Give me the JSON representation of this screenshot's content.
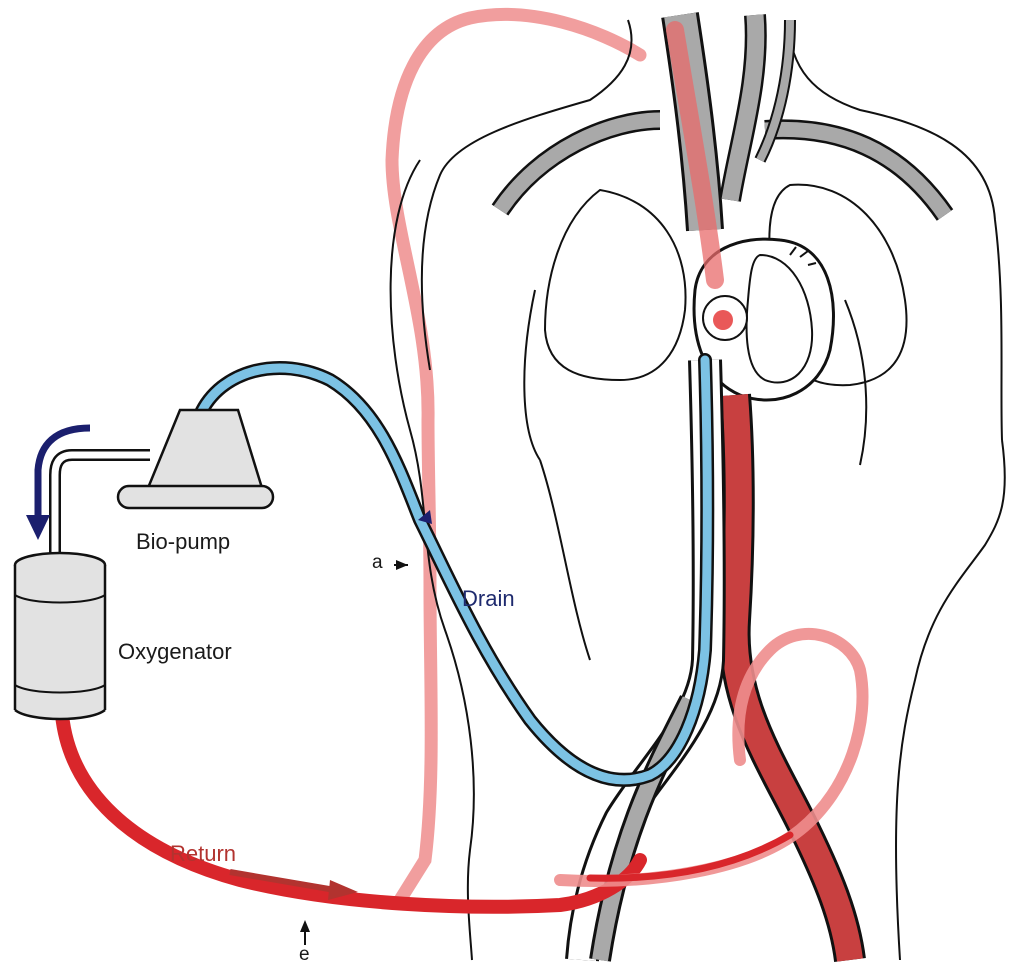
{
  "labels": {
    "bio_pump": "Bio-pump",
    "oxygenator": "Oxygenator",
    "drain": "Drain",
    "return": "Return",
    "a": "a",
    "e": "e"
  },
  "colors": {
    "arterial_red": "#d9262b",
    "light_red": "#ee8d8d",
    "venous_blue": "#7cc2e4",
    "vessel_gray": "#a9a9a9",
    "flow_arrow_navy": "#1b1f6e",
    "device_fill": "#e2e2e2"
  },
  "icons": {
    "flow_arrow": "curved-down-arrow-icon",
    "return_arrow": "right-arrow-icon",
    "marker_a": "left-arrow-icon",
    "marker_e": "up-arrow-icon"
  }
}
